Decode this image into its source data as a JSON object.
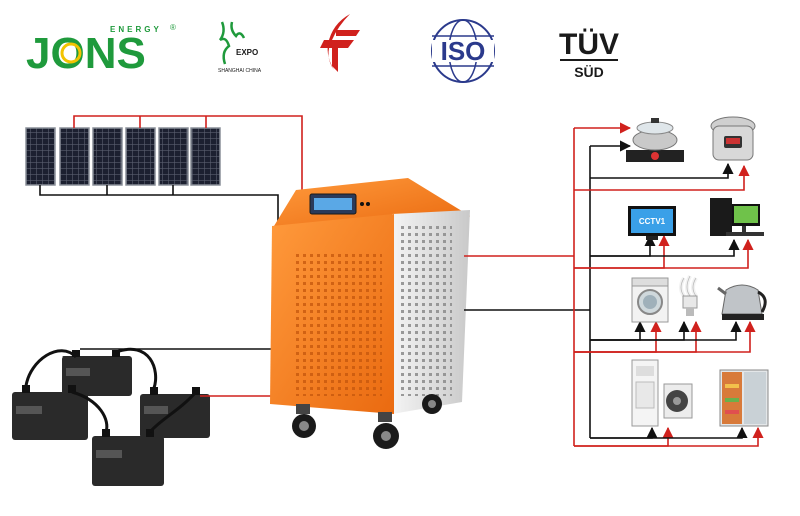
{
  "logos": {
    "brand": {
      "name": "JONS",
      "sub": "ENERGY",
      "mark": "®"
    },
    "expo": {
      "line1": "EXPO",
      "line2": "SHANGHAI CHINA"
    },
    "iso": {
      "text": "ISO"
    },
    "tuv": {
      "line1": "TÜV",
      "line2": "SÜD"
    }
  },
  "inverter": {
    "display_text": ""
  },
  "appliance_rows": [
    {
      "items": [
        "rice-cooker",
        "electric-pressure-cooker"
      ]
    },
    {
      "items": [
        "tv",
        "desktop-computer"
      ]
    },
    {
      "items": [
        "washing-machine",
        "energy-saving-bulb",
        "electric-kettle"
      ]
    },
    {
      "items": [
        "air-conditioner",
        "refrigerator"
      ]
    }
  ],
  "colors": {
    "inverter_orange": "#f47a20",
    "wire_red": "#d0211d",
    "wire_black": "#111111",
    "brand_green": "#1f9a3c",
    "brand_yellow": "#f2c300",
    "iso_navy": "#2b3a8c"
  },
  "tv_screen": {
    "text": "CCTV1"
  }
}
